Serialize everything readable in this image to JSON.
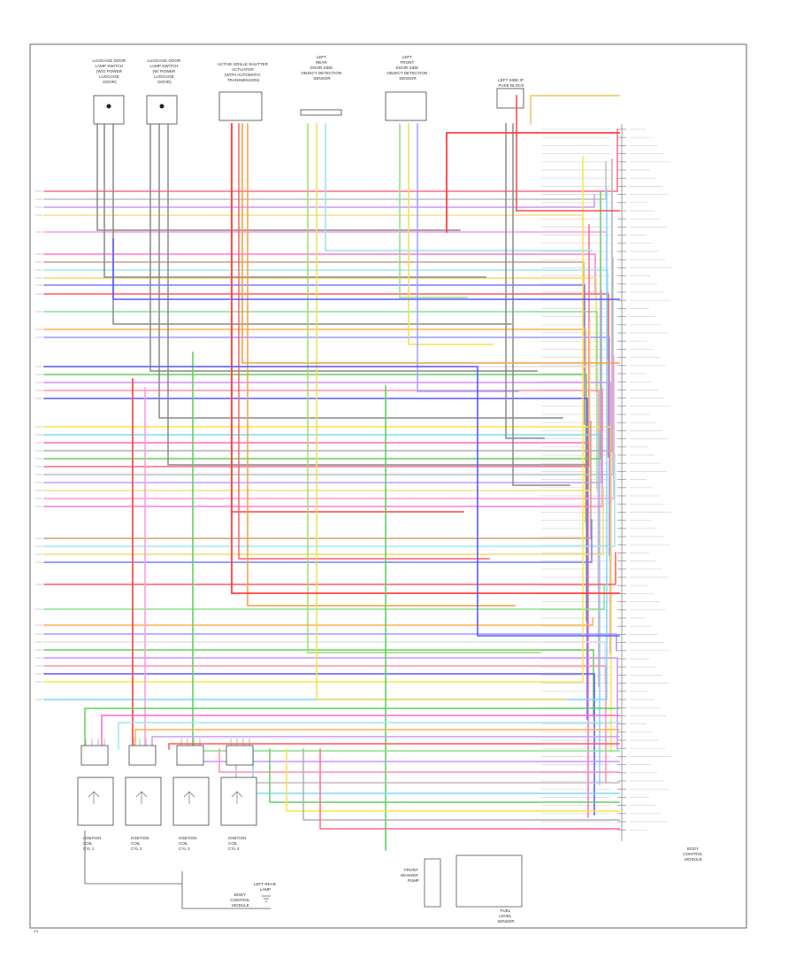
{
  "top_components": [
    {
      "lines": [
        "LUGGAGE DOOR",
        "LAMP SWITCH",
        "(W/O POWER",
        "LUGGAGE",
        "DOOR)"
      ]
    },
    {
      "lines": [
        "LUGGAGE DOOR",
        "LAMP SWITCH",
        "(W/ POWER",
        "LUGGAGE",
        "DOOR)"
      ]
    },
    {
      "lines": [
        "ACTIVE GRILLE SHUTTER",
        "ACTUATOR",
        "(WITH AUTOMATIC",
        "TRANSMISSION)"
      ]
    },
    {
      "lines": [
        "LEFT",
        "REAR",
        "DOOR SIDE",
        "OBJECT DETECTION",
        "SENSOR"
      ]
    },
    {
      "lines": [
        "LEFT",
        "FRONT",
        "DOOR SIDE",
        "OBJECT DETECTION",
        "SENSOR"
      ]
    },
    {
      "lines": [
        "LEFT SIDE IP",
        "FUSE BLOCK"
      ]
    }
  ],
  "bottom_components": [
    {
      "lines": [
        "IGNITION",
        "COIL",
        "CYL 1"
      ]
    },
    {
      "lines": [
        "IGNITION",
        "COIL",
        "CYL 2"
      ]
    },
    {
      "lines": [
        "IGNITION",
        "COIL",
        "CYL 3"
      ]
    },
    {
      "lines": [
        "IGNITION",
        "COIL",
        "CYL 4"
      ]
    },
    {
      "lines": [
        "FRONT",
        "WASHER",
        "PUMP"
      ]
    },
    {
      "lines": [
        "FUEL",
        "LEVEL",
        "SENSOR"
      ]
    },
    {
      "lines": [
        "BODY",
        "CONTROL",
        "MODULE"
      ]
    },
    {
      "lines": [
        "LEFT REAR",
        "LAMP"
      ]
    }
  ],
  "module": {
    "lines": [
      "BODY",
      "CONTROL",
      "MODULE"
    ]
  },
  "page_number": "C3"
}
